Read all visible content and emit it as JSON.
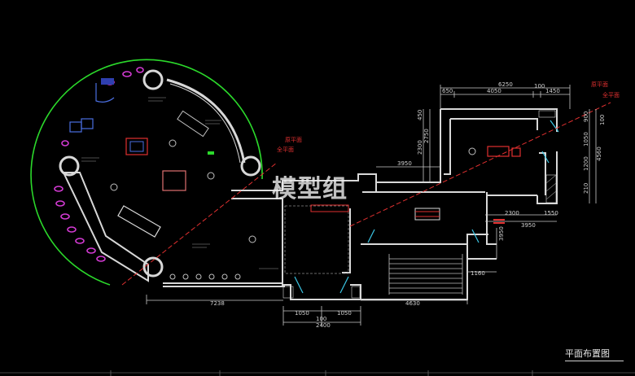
{
  "drawing": {
    "title": "平面布置图",
    "watermark": "模型组",
    "colors": {
      "background": "#000000",
      "wall": "#d8d8d8",
      "arc": "#2bd92b",
      "dim": "#c8c8c8",
      "red": "#e03030",
      "magenta": "#d23ad2",
      "cyan": "#3cc8e6",
      "yellow": "#e0d040"
    }
  },
  "dimensions": {
    "top_total": "6250",
    "top_a": "650",
    "top_b": "4050",
    "top_c": "100",
    "top_d": "1450",
    "left_v1": "450",
    "left_v2": "2750",
    "left_v3": "2300",
    "mid_3950": "3950",
    "right_v1": "900",
    "right_v2": "1050",
    "right_v3": "1200",
    "right_v4": "210",
    "right_total": "4560",
    "right_100": "100",
    "bottom_2300": "2300",
    "bottom_1550": "1550",
    "bottom_3950": "3950",
    "bottom_3950_v": "3950",
    "bottom_1160": "1160",
    "bottom_7238": "7238",
    "bottom_4630": "4630",
    "bottom_1050a": "1050",
    "bottom_100": "100",
    "bottom_1050b": "1050",
    "bottom_2400": "2400"
  },
  "labels": {
    "red_a1": "原平面",
    "red_a2": "全平面",
    "red_b1": "原平面",
    "red_b2": "全平面"
  }
}
